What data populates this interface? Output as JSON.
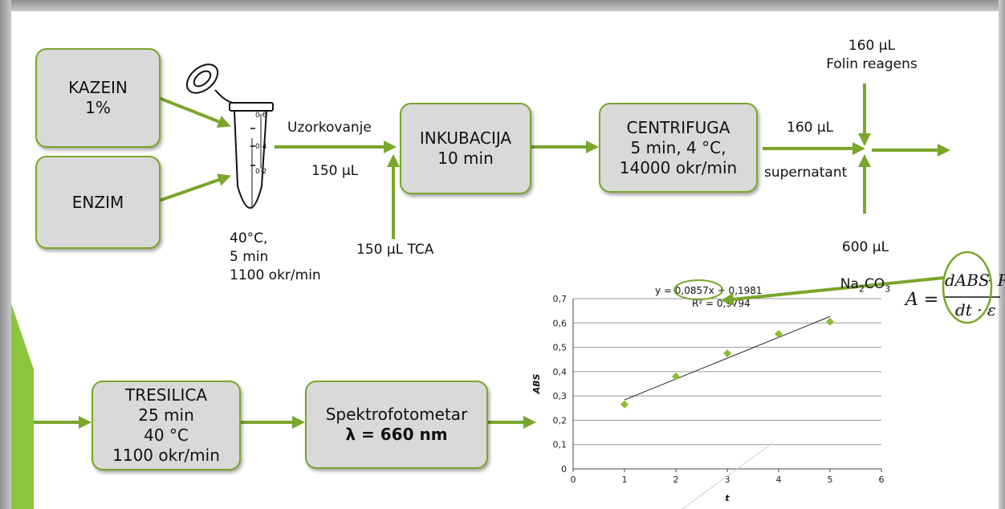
{
  "boxes": {
    "kazein": "KAZEIN\n1%",
    "enzim": "ENZIM",
    "inkubacija": "INKUBACIJA\n10 min",
    "centrifuga": "CENTRIFUGA\n5 min, 4 °C,\n14000 okr/min",
    "tresilica": "TRESILICA\n25 min\n40 °C\n1100 okr/min",
    "spektro_line1": "Spektrofotometar",
    "spektro_line2": "λ = 660 nm"
  },
  "labels": {
    "tube_conditions": "40°C,\n5 min\n1100 okr/min",
    "uzorkovanje": "Uzorkovanje",
    "vol_150": "150 µL",
    "tca": "150 µL TCA",
    "vol_160": "160 µL",
    "supernatant": "supernatant",
    "folin": "160 µL\nFolin reagens",
    "na2co3_vol": "600 µL",
    "na2co3_pre": "Na",
    "na2co3_sub1": "2",
    "na2co3_mid": "CO",
    "na2co3_sub2": "3"
  },
  "tube_marks": [
    "0·6",
    "0·4",
    "0·2"
  ],
  "formula": {
    "lhs": "A =",
    "numerator": "dABS",
    "times_r": "· R",
    "denominator": "dt · ε"
  },
  "colors": {
    "accent": "#7aa62b",
    "box_fill": "#d9d9d9",
    "point": "#8cbd2e"
  },
  "chart_data": {
    "type": "scatter",
    "xlabel": "t",
    "ylabel": "ABS",
    "xlim": [
      0,
      6
    ],
    "ylim": [
      0,
      0.7
    ],
    "x_ticks": [
      "0",
      "1",
      "2",
      "3",
      "4",
      "5",
      "6"
    ],
    "y_ticks": [
      "0",
      "0,1",
      "0,2",
      "0,3",
      "0,4",
      "0,5",
      "0,6",
      "0,7"
    ],
    "x": [
      1,
      2,
      3,
      4,
      5
    ],
    "y": [
      0.265,
      0.38,
      0.475,
      0.555,
      0.605
    ],
    "trendline": {
      "slope": 0.0857,
      "intercept": 0.1981
    },
    "equation": "y = 0,0857x + 0,1981",
    "r2": "R² = 0,9794",
    "grid": true
  }
}
